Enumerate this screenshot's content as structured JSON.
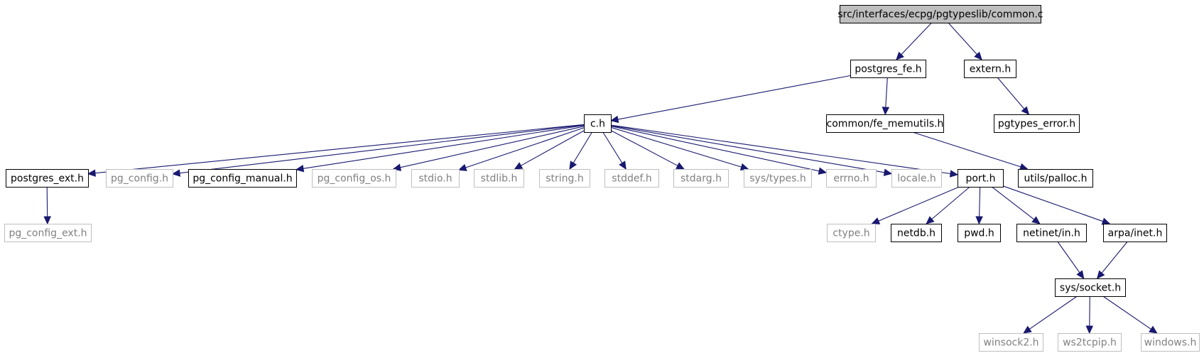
{
  "graph": {
    "edge_color": "#191970",
    "root_fill": "#bfbfbf",
    "external_border": "#bfbfbf",
    "nodes": [
      {
        "id": "common_c",
        "label": "src/interfaces/ecpg/pgtypeslib/common.c",
        "kind": "root"
      },
      {
        "id": "postgres_fe_h",
        "label": "postgres_fe.h",
        "kind": "documented"
      },
      {
        "id": "extern_h",
        "label": "extern.h",
        "kind": "documented"
      },
      {
        "id": "c_h",
        "label": "c.h",
        "kind": "documented"
      },
      {
        "id": "fe_memutils_h",
        "label": "common/fe_memutils.h",
        "kind": "documented"
      },
      {
        "id": "pgtypes_error_h",
        "label": "pgtypes_error.h",
        "kind": "documented"
      },
      {
        "id": "postgres_ext_h",
        "label": "postgres_ext.h",
        "kind": "documented"
      },
      {
        "id": "pg_config_h",
        "label": "pg_config.h",
        "kind": "external"
      },
      {
        "id": "pg_config_manual_h",
        "label": "pg_config_manual.h",
        "kind": "documented"
      },
      {
        "id": "pg_config_os_h",
        "label": "pg_config_os.h",
        "kind": "external"
      },
      {
        "id": "stdio_h",
        "label": "stdio.h",
        "kind": "external"
      },
      {
        "id": "stdlib_h",
        "label": "stdlib.h",
        "kind": "external"
      },
      {
        "id": "string_h",
        "label": "string.h",
        "kind": "external"
      },
      {
        "id": "stddef_h",
        "label": "stddef.h",
        "kind": "external"
      },
      {
        "id": "stdarg_h",
        "label": "stdarg.h",
        "kind": "external"
      },
      {
        "id": "sys_types_h",
        "label": "sys/types.h",
        "kind": "external"
      },
      {
        "id": "errno_h",
        "label": "errno.h",
        "kind": "external"
      },
      {
        "id": "locale_h",
        "label": "locale.h",
        "kind": "external"
      },
      {
        "id": "port_h",
        "label": "port.h",
        "kind": "documented"
      },
      {
        "id": "utils_palloc_h",
        "label": "utils/palloc.h",
        "kind": "documented"
      },
      {
        "id": "pg_config_ext_h",
        "label": "pg_config_ext.h",
        "kind": "external"
      },
      {
        "id": "ctype_h",
        "label": "ctype.h",
        "kind": "external"
      },
      {
        "id": "netdb_h",
        "label": "netdb.h",
        "kind": "documented"
      },
      {
        "id": "pwd_h",
        "label": "pwd.h",
        "kind": "documented"
      },
      {
        "id": "netinet_in_h",
        "label": "netinet/in.h",
        "kind": "documented"
      },
      {
        "id": "arpa_inet_h",
        "label": "arpa/inet.h",
        "kind": "documented"
      },
      {
        "id": "sys_socket_h",
        "label": "sys/socket.h",
        "kind": "documented"
      },
      {
        "id": "winsock2_h",
        "label": "winsock2.h",
        "kind": "external"
      },
      {
        "id": "ws2tcpip_h",
        "label": "ws2tcpip.h",
        "kind": "external"
      },
      {
        "id": "windows_h",
        "label": "windows.h",
        "kind": "external"
      }
    ],
    "edges": [
      [
        "common_c",
        "postgres_fe_h"
      ],
      [
        "common_c",
        "extern_h"
      ],
      [
        "postgres_fe_h",
        "c_h"
      ],
      [
        "postgres_fe_h",
        "fe_memutils_h"
      ],
      [
        "extern_h",
        "pgtypes_error_h"
      ],
      [
        "c_h",
        "postgres_ext_h"
      ],
      [
        "c_h",
        "pg_config_h"
      ],
      [
        "c_h",
        "pg_config_manual_h"
      ],
      [
        "c_h",
        "pg_config_os_h"
      ],
      [
        "c_h",
        "stdio_h"
      ],
      [
        "c_h",
        "stdlib_h"
      ],
      [
        "c_h",
        "string_h"
      ],
      [
        "c_h",
        "stddef_h"
      ],
      [
        "c_h",
        "stdarg_h"
      ],
      [
        "c_h",
        "sys_types_h"
      ],
      [
        "c_h",
        "errno_h"
      ],
      [
        "c_h",
        "locale_h"
      ],
      [
        "c_h",
        "port_h"
      ],
      [
        "fe_memutils_h",
        "utils_palloc_h"
      ],
      [
        "postgres_ext_h",
        "pg_config_ext_h"
      ],
      [
        "port_h",
        "ctype_h"
      ],
      [
        "port_h",
        "netdb_h"
      ],
      [
        "port_h",
        "pwd_h"
      ],
      [
        "port_h",
        "netinet_in_h"
      ],
      [
        "port_h",
        "arpa_inet_h"
      ],
      [
        "netinet_in_h",
        "sys_socket_h"
      ],
      [
        "arpa_inet_h",
        "sys_socket_h"
      ],
      [
        "sys_socket_h",
        "winsock2_h"
      ],
      [
        "sys_socket_h",
        "ws2tcpip_h"
      ],
      [
        "sys_socket_h",
        "windows_h"
      ]
    ]
  }
}
